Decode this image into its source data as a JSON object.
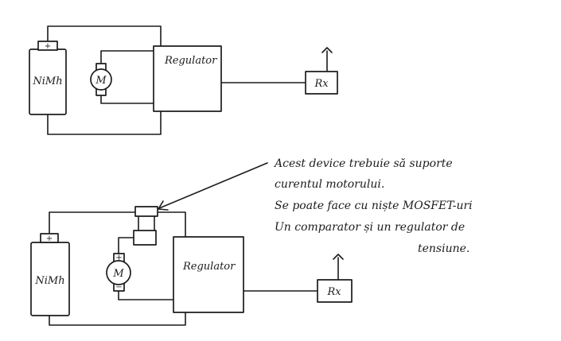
{
  "top_circuit": {
    "battery_label": "NiMh",
    "battery_terminal": "+",
    "motor_label": "M",
    "regulator_label": "Regulator",
    "receiver_label": "Rx"
  },
  "bottom_circuit": {
    "battery_label": "NiMh",
    "battery_terminal": "+",
    "motor_label": "M",
    "motor_plus": "+",
    "motor_minus": "−",
    "regulator_label": "Regulator",
    "receiver_label": "Rx"
  },
  "annotation": {
    "lines": [
      "Acest device trebuie să suporte",
      "curentul motorului.",
      "Se poate face cu niște MOSFET-uri",
      "Un comparator și un regulator de",
      "tensiune."
    ]
  }
}
